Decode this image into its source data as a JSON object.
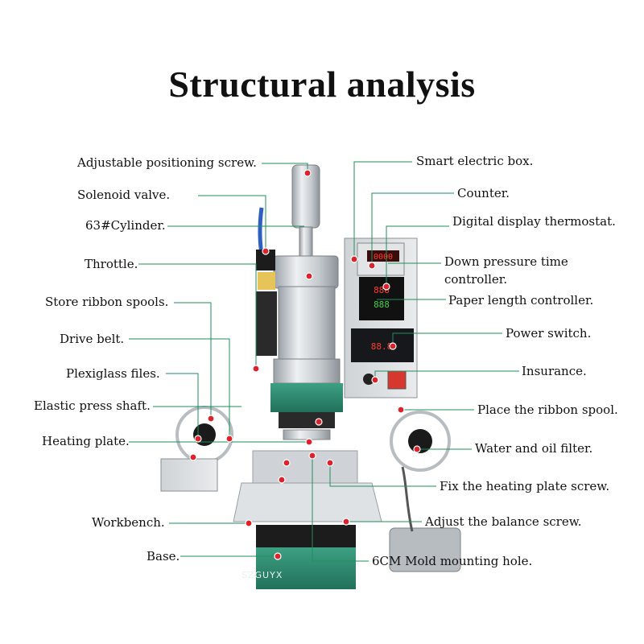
{
  "title": "Structural analysis",
  "watermark": "SZGUYX",
  "labels": {
    "adjustable_screw": "Adjustable positioning screw.",
    "solenoid_valve": "Solenoid valve.",
    "cylinder": "63#Cylinder.",
    "throttle": "Throttle.",
    "store_ribbon": "Store ribbon spools.",
    "drive_belt": "Drive belt.",
    "plexiglass": "Plexiglass files.",
    "elastic_shaft": "Elastic press shaft.",
    "heating_plate": "Heating plate.",
    "workbench": "Workbench.",
    "base": "Base.",
    "smart_box": "Smart electric box.",
    "counter": "Counter.",
    "thermostat": "Digital display thermostat.",
    "down_pressure": "Down pressure time",
    "controller": "controller.",
    "paper_length": "Paper length controller.",
    "power_switch": "Power switch.",
    "insurance": "Insurance.",
    "place_ribbon": "Place the ribbon spool.",
    "water_oil": "Water and oil filter.",
    "fix_heating": "Fix the heating plate screw.",
    "balance_screw": "Adjust the balance screw.",
    "mold_hole": "6CM Mold mounting hole."
  },
  "display": {
    "counter": "0000",
    "thermo_top": "888",
    "thermo_bot": "888",
    "timer": "88.8"
  },
  "colors": {
    "leader_line": "#1f8f5a",
    "marker": "#e0202a",
    "machine_green": "#2e8c6e",
    "machine_metal": "#c9ced3"
  }
}
